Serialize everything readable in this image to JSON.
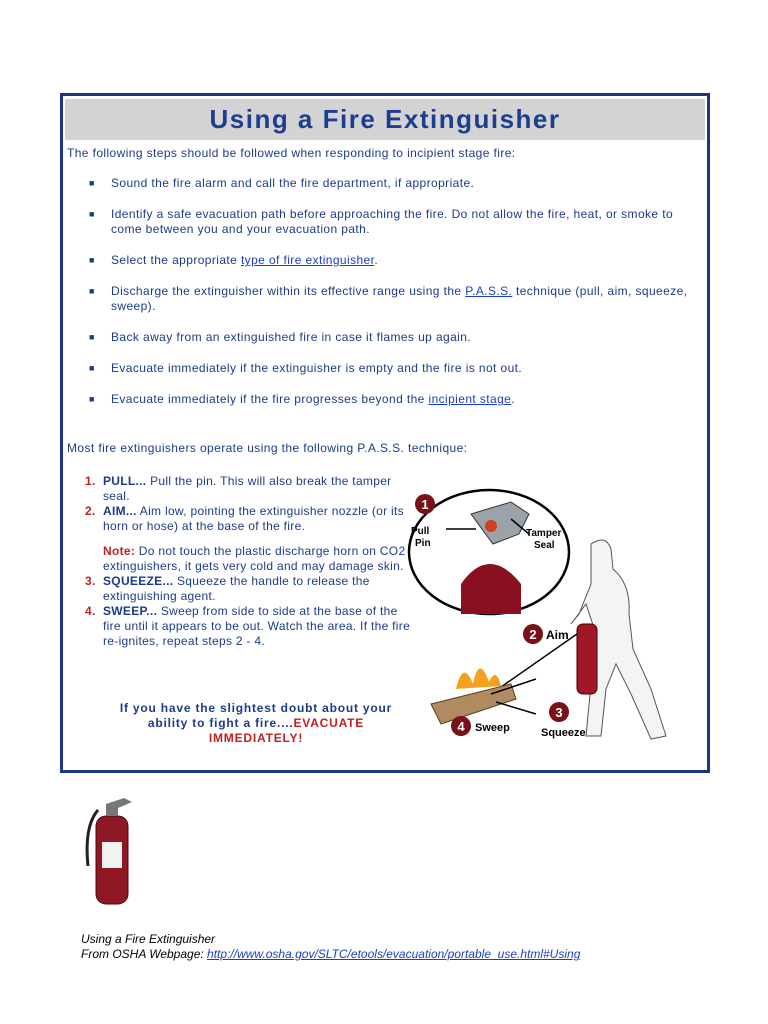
{
  "title": "Using a Fire Extinguisher",
  "intro": "The following steps should be followed when responding to incipient stage fire:",
  "steps": [
    {
      "pre": "Sound the fire alarm and call the fire department, if appropriate.",
      "link": "",
      "post": ""
    },
    {
      "pre": "Identify a safe evacuation path before approaching the fire. Do not allow the fire, heat, or smoke to come between you and your evacuation path.",
      "link": "",
      "post": ""
    },
    {
      "pre": "Select the appropriate ",
      "link": "type of fire extinguisher",
      "post": "."
    },
    {
      "pre": "Discharge the extinguisher within its effective range using the ",
      "link": "P.A.S.S.",
      "post": " technique (pull, aim, squeeze, sweep)."
    },
    {
      "pre": "Back away from an extinguished fire in case it flames up again.",
      "link": "",
      "post": ""
    },
    {
      "pre": "Evacuate immediately if the extinguisher is empty and the fire is not out.",
      "link": "",
      "post": ""
    },
    {
      "pre": "Evacuate immediately if the fire progresses beyond the ",
      "link": "incipient stage",
      "post": "."
    }
  ],
  "bullet": "■",
  "pass_intro": "Most fire extinguishers operate using the following P.A.S.S. technique:",
  "pass": [
    {
      "num": "1.",
      "term": "PULL...",
      "text": " Pull the pin. This will also break the tamper seal."
    },
    {
      "num": "2.",
      "term": "AIM...",
      "text": " Aim low, pointing the extinguisher nozzle (or its horn or hose) at the base of the fire."
    },
    {
      "num": "3.",
      "term": "SQUEEZE...",
      "text": " Squeeze the handle to release the extinguishing agent."
    },
    {
      "num": "4.",
      "term": "SWEEP...",
      "text": " Sweep from side to side at the base of the fire until it appears to be out. Watch the area. If the fire re-ignites, repeat steps 2 - 4."
    }
  ],
  "note": {
    "label": "Note:",
    "text": " Do not touch the plastic discharge horn on CO2 extinguishers, it gets very cold and may damage skin."
  },
  "warning": {
    "text": "If you have the slightest doubt about your ability to fight a fire....",
    "red": "EVACUATE IMMEDIATELY!"
  },
  "diagram_labels": {
    "n1": "1",
    "n2": "2",
    "n3": "3",
    "n4": "4",
    "pull_pin_1": "Pull",
    "pull_pin_2": "Pin",
    "tamper_1": "Tamper",
    "tamper_2": "Seal",
    "aim": "Aim",
    "squeeze": "Squeeze",
    "sweep": "Sweep"
  },
  "caption": {
    "line1": "Using a Fire Extinguisher",
    "line2_pre": "From OSHA Webpage:  ",
    "url": "http://www.osha.gov/SLTC/etools/evacuation/portable_use.html#Using"
  },
  "colors": {
    "heading": "#1d3d91",
    "text": "#1b3b8a",
    "link": "#1a3ec8",
    "accent": "#c02020",
    "frame": "#1d3586"
  }
}
